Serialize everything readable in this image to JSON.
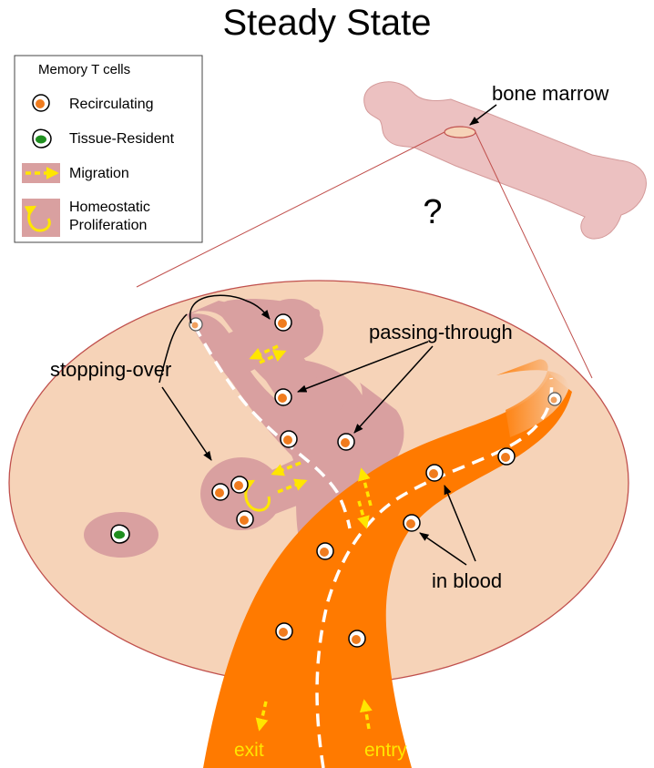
{
  "title": "Steady State",
  "legend": {
    "heading": "Memory T cells",
    "recirculating": "Recirculating",
    "tissue_resident": "Tissue-Resident",
    "migration": "Migration",
    "proliferation_line1": "Homeostatic",
    "proliferation_line2": "Proliferation"
  },
  "labels": {
    "bone_marrow": "bone marrow",
    "question": "?",
    "passing_through": "passing-through",
    "stopping_over": "stopping-over",
    "in_blood": "in blood",
    "exit": "exit",
    "entry": "entry"
  },
  "colors": {
    "tissue": "#f6d3b8",
    "bone": "#ecc1c1",
    "niche": "#d9a0a0",
    "blood": "#ff7a00",
    "migration_arrow": "#ffe600",
    "cell_nucleus_recirculating": "#f07c1e",
    "cell_nucleus_resident": "#1f8f1f"
  }
}
